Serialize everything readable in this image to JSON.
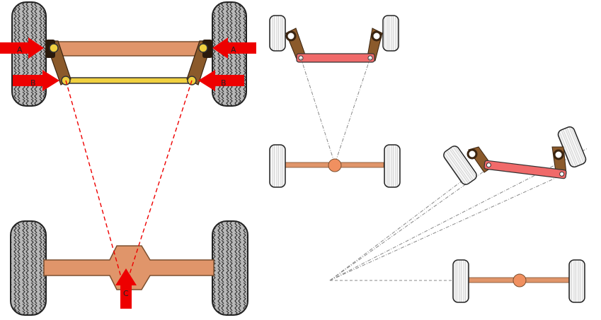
{
  "colors": {
    "tire": "#b6b6b6",
    "tire_dark": "#3a3a3a",
    "wheel_light": "#f2f2f2",
    "axle": "#e0956a",
    "axle_stroke": "#7a4e2e",
    "tie_rod_fill": "#f0d040",
    "arm": "#8b5a2b",
    "red_link": "#f06a6a",
    "arrow_red": "#ee0000",
    "dash_red": "#ee0000",
    "ball": "#f09060"
  },
  "labels": {
    "force_a": "A",
    "force_b": "B",
    "force_c": "C"
  }
}
